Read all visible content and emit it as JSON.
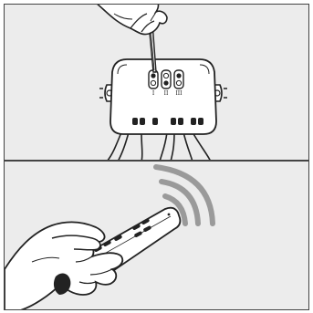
{
  "steps": [
    {
      "id": "step-1",
      "dip_switches": [
        {
          "label": "I"
        },
        {
          "label": "II"
        },
        {
          "label": "III"
        }
      ]
    },
    {
      "id": "step-2"
    }
  ],
  "colors": {
    "panel_bg": "#ececec",
    "border": "#444444",
    "line": "#222222",
    "shade": "#9a9a9a"
  },
  "icons": [
    "hand-with-screwdriver",
    "receiver-module",
    "remote-control",
    "signal-waves-icon"
  ]
}
